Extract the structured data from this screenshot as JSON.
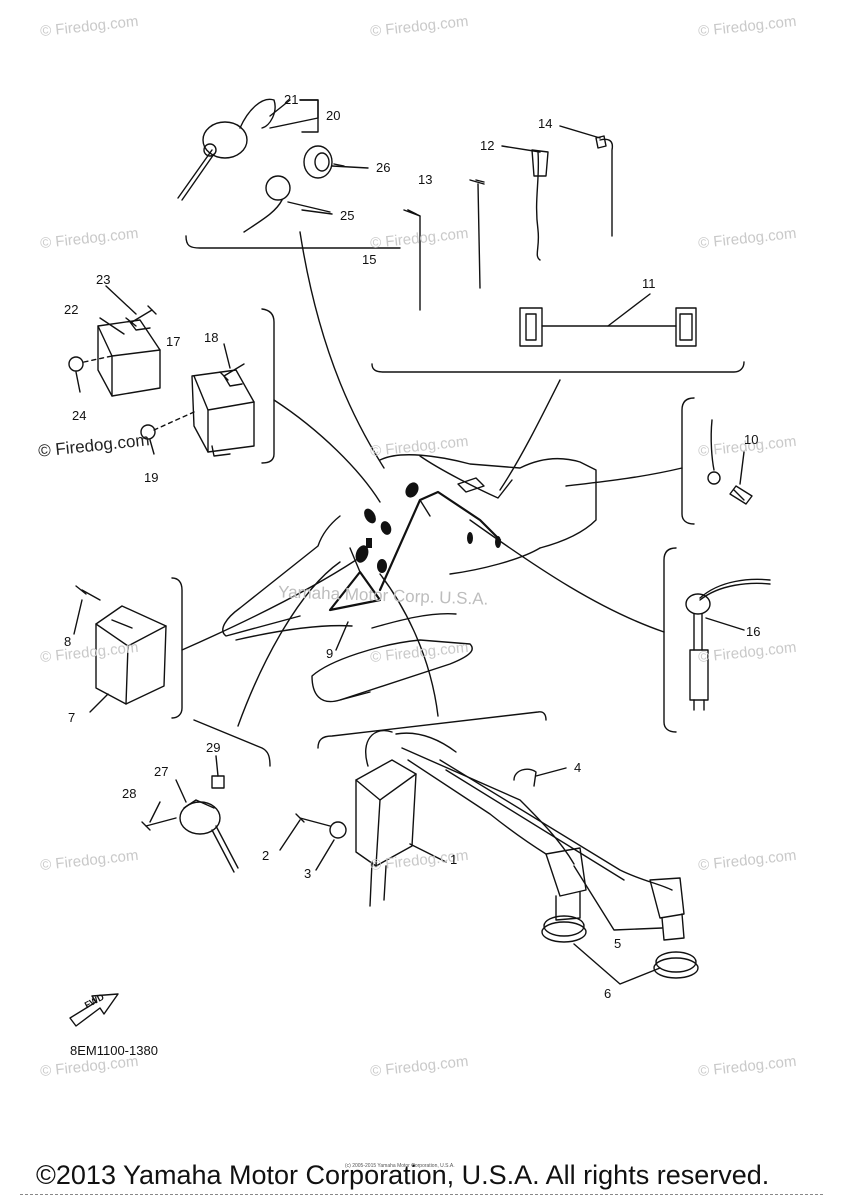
{
  "watermark_text": "© Firedog.com",
  "center_watermark": "Yamaha Motor Corp. U.S.A.",
  "callouts": [
    "1",
    "2",
    "3",
    "4",
    "5",
    "6",
    "7",
    "8",
    "9",
    "10",
    "11",
    "12",
    "13",
    "14",
    "15",
    "16",
    "17",
    "18",
    "19",
    "20",
    "21",
    "22",
    "23",
    "24",
    "25",
    "26",
    "27",
    "28",
    "29"
  ],
  "fwd_label": "FWD",
  "diagram_code": "8EM1100-1380",
  "fine_print": "(c) 2005-2015 Yamaha Motor Corporation, U.S.A.",
  "copyright": "©2013 Yamaha Motor Corporation, U.S.A. All rights reserved."
}
